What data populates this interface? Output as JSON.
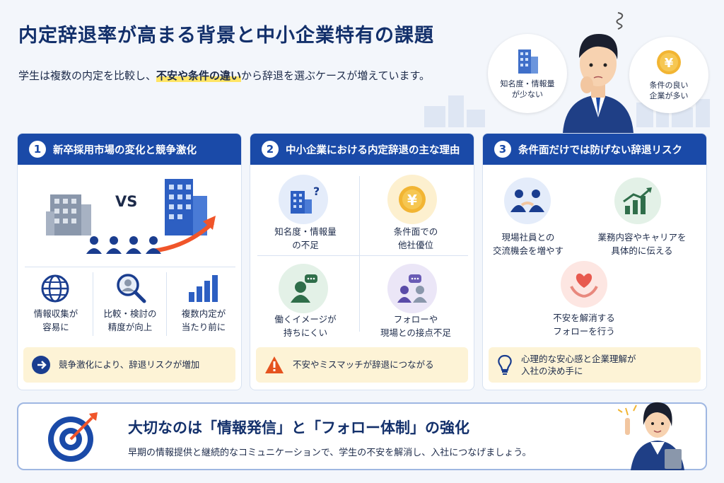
{
  "header": {
    "title": "内定辞退率が高まる背景と中小企業特有の課題",
    "subtitle_pre": "学生は複数の内定を比較し、",
    "subtitle_highlight": "不安や条件の違い",
    "subtitle_post": "から辞退を選ぶケースが増えています。",
    "bubble_left_line1": "知名度・情報量",
    "bubble_left_line2": "が少ない",
    "bubble_right_line1": "条件の良い",
    "bubble_right_line2": "企業が多い"
  },
  "card1": {
    "num": "1",
    "title": "新卒採用市場の変化と競争激化",
    "vs": "VS",
    "items": [
      {
        "line1": "情報収集が",
        "line2": "容易に"
      },
      {
        "line1": "比較・検討の",
        "line2": "精度が向上"
      },
      {
        "line1": "複数内定が",
        "line2": "当たり前に"
      }
    ],
    "note": "競争激化により、辞退リスクが増加"
  },
  "card2": {
    "num": "2",
    "title": "中小企業における内定辞退の主な理由",
    "items": [
      {
        "line1": "知名度・情報量",
        "line2": "の不足"
      },
      {
        "line1": "条件面での",
        "line2": "他社優位"
      },
      {
        "line1": "働くイメージが",
        "line2": "持ちにくい"
      },
      {
        "line1": "フォローや",
        "line2": "現場との接点不足"
      }
    ],
    "note": "不安やミスマッチが辞退につながる"
  },
  "card3": {
    "num": "3",
    "title": "条件面だけでは防げない辞退リスク",
    "items": [
      {
        "line1": "現場社員との",
        "line2": "交流機会を増やす"
      },
      {
        "line1": "業務内容やキャリアを",
        "line2": "具体的に伝える"
      },
      {
        "line1": "不安を解消する",
        "line2": "フォローを行う"
      }
    ],
    "note_line1": "心理的な安心感と企業理解が",
    "note_line2": "入社の決め手に"
  },
  "bottom": {
    "title": "大切なのは「情報発信」と「フォロー体制」の強化",
    "subtitle": "早期の情報提供と継続的なコミュニケーションで、学生の不安を解消し、入社につなげましょう。"
  },
  "colors": {
    "navy": "#13306b",
    "blue": "#1a4aa8",
    "accent_orange": "#f0552a",
    "note_bg": "#fdf3d6",
    "highlight": "#ffe566"
  },
  "icons": [
    "building-icon",
    "yen-coin-icon",
    "globe-icon",
    "magnifier-icon",
    "bar-chart-icon",
    "question-building-icon",
    "speech-person-icon",
    "chat-people-icon",
    "handshake-icon",
    "growth-chart-icon",
    "heart-hands-icon",
    "lightbulb-icon",
    "arrow-right-icon",
    "warning-icon",
    "target-icon"
  ]
}
